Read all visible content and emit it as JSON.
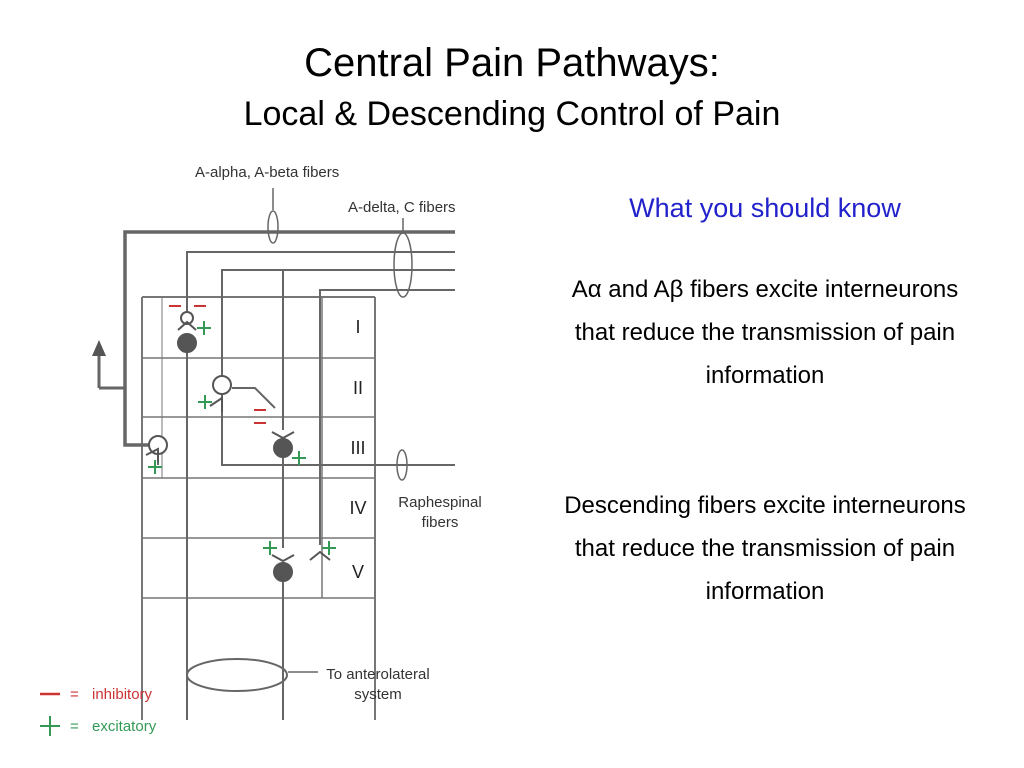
{
  "slide": {
    "title": "Central Pain Pathways:",
    "subtitle": "Local & Descending Control of Pain"
  },
  "diagram": {
    "labels": {
      "a_alpha_beta": "A-alpha, A-beta fibers",
      "a_delta_c": "A-delta, C fibers",
      "raphespinal_1": "Raphespinal",
      "raphespinal_2": "fibers",
      "anterolateral_1": "To anterolateral",
      "anterolateral_2": "system"
    },
    "laminae": [
      "I",
      "II",
      "III",
      "IV",
      "V"
    ],
    "legend": {
      "minus_symbol": "—",
      "plus_symbol": "+",
      "equals": "=",
      "inhibitory": "inhibitory",
      "excitatory": "excitatory"
    },
    "colors": {
      "inhibitory": "#cc3333",
      "excitatory": "#339955",
      "line": "#555555",
      "neuron_fill": "#555555"
    }
  },
  "panel": {
    "heading": "What you should know",
    "para1": "Aα and Aβ fibers excite interneurons that reduce the transmission of pain information",
    "para2": "Descending fibers excite interneurons that reduce the transmission of pain information"
  }
}
